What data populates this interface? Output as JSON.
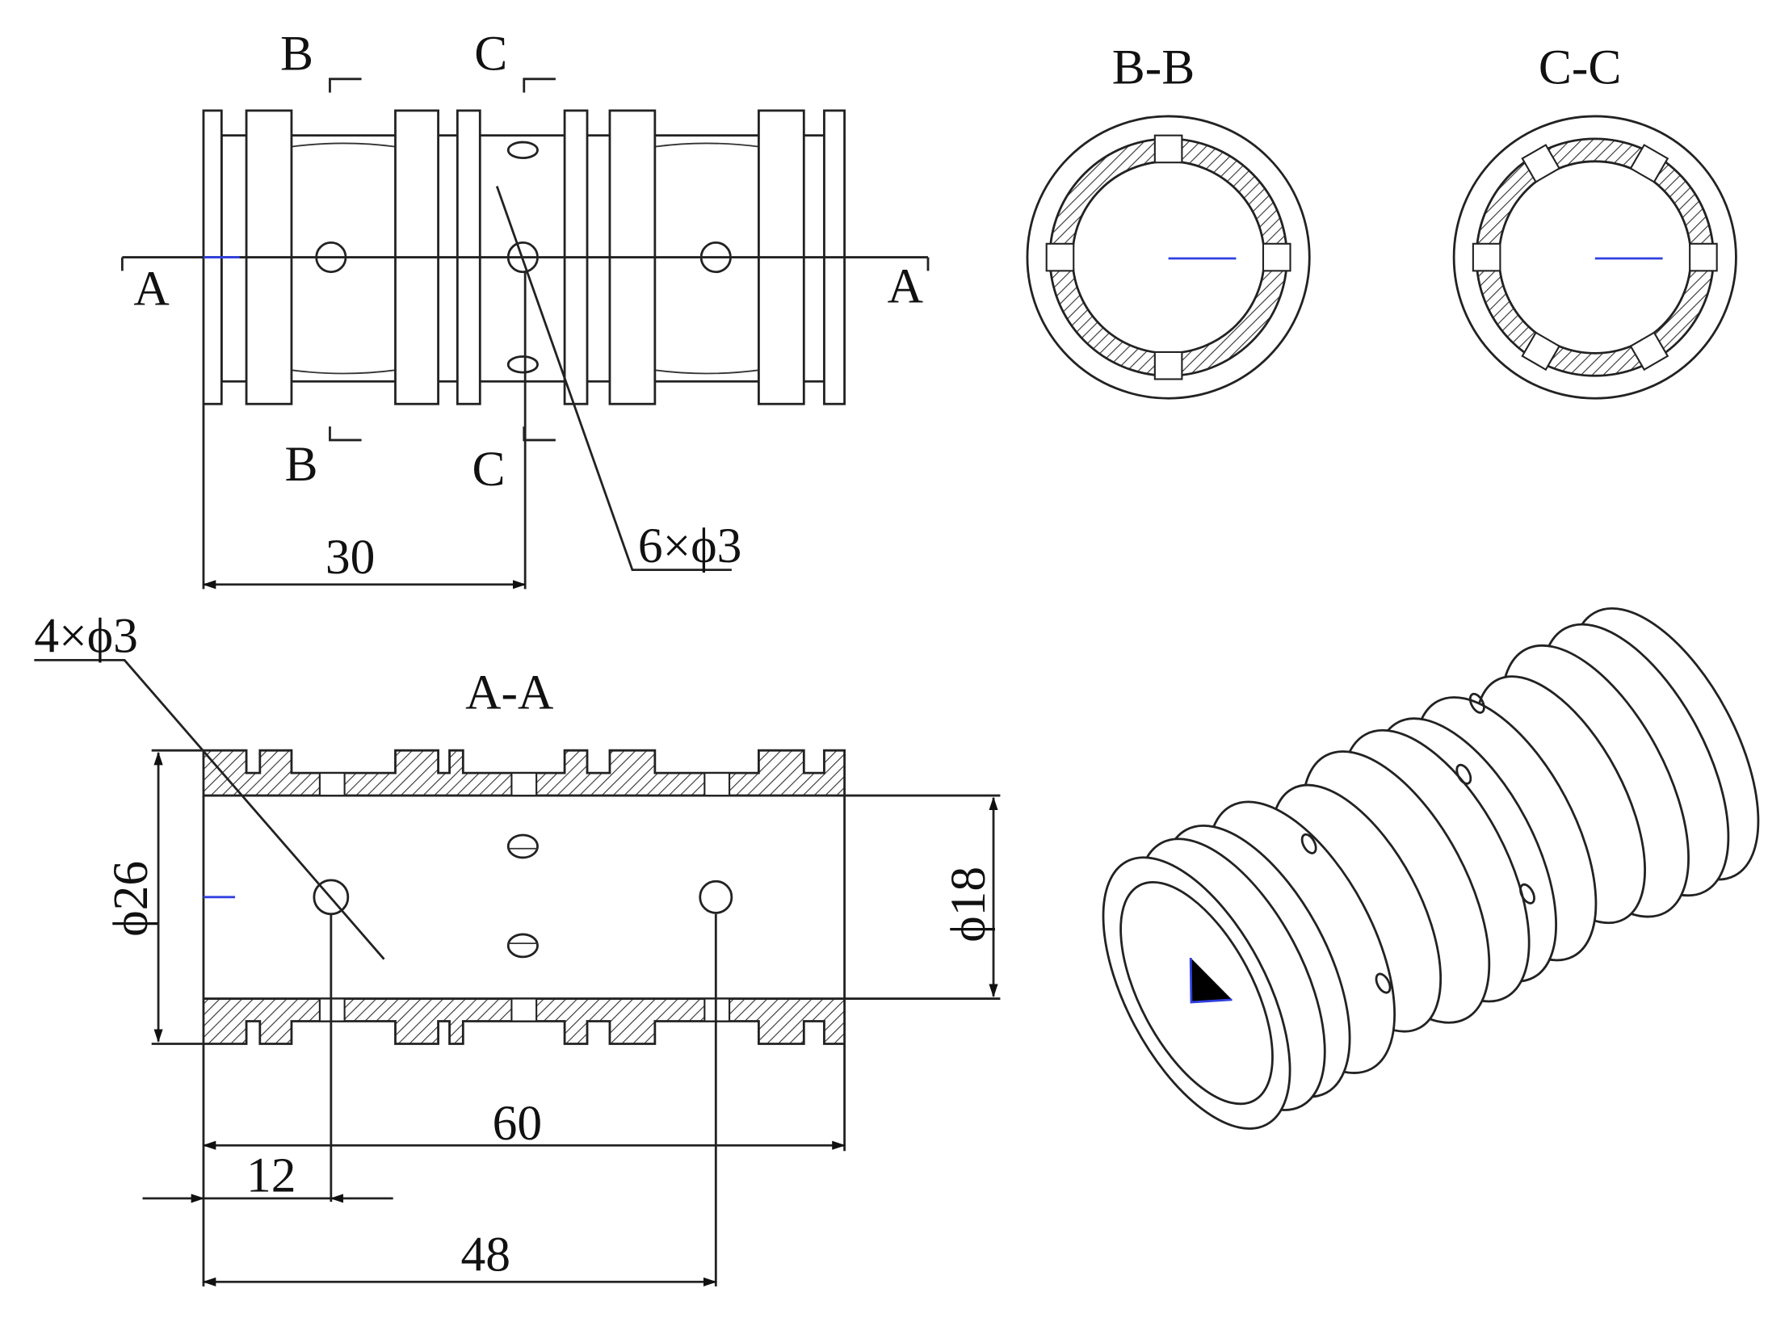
{
  "views": {
    "front": {
      "cut_labels": {
        "b_top": "B",
        "b_bottom": "B",
        "c_top": "C",
        "c_bottom": "C",
        "a_left": "A",
        "a_right": "A"
      },
      "dims": {
        "spacing": "30",
        "holes": "6×ϕ3"
      }
    },
    "section_bb": {
      "title": "B-B"
    },
    "section_cc": {
      "title": "C-C"
    },
    "section_aa": {
      "title": "A-A",
      "dims": {
        "holes": "4×ϕ3",
        "outer_diameter": "ϕ26",
        "inner_diameter": "ϕ18",
        "length": "60",
        "first_hole": "12",
        "hole_span": "48"
      }
    },
    "isometric": {}
  },
  "colors": {
    "line": "#222222",
    "centerline": "#3040e0"
  }
}
